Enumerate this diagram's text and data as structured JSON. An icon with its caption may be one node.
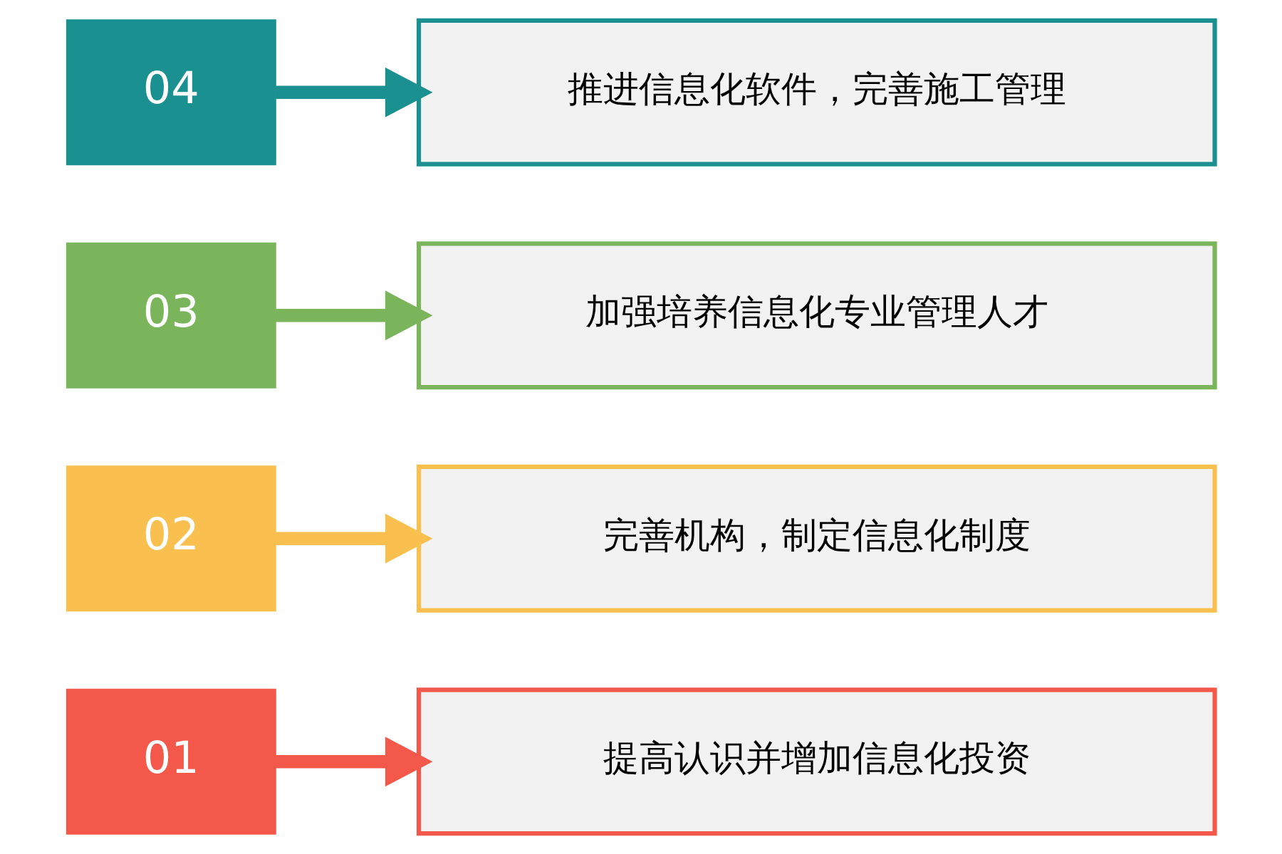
{
  "diagram": {
    "nodes": [
      {
        "text": [
          "01"
        ]
      },
      {
        "text": [
          "提高认识并增加信息化投资"
        ]
      },
      {
        "text": [
          "02"
        ]
      },
      {
        "text": [
          "完善机构，制定信息化制度"
        ]
      },
      {
        "text": [
          "03"
        ]
      },
      {
        "text": [
          "加强培养信息化专业管理人才"
        ]
      },
      {
        "text": [
          "04"
        ]
      },
      {
        "text": [
          "推进信息化软件，完善施工管理"
        ]
      }
    ],
    "edges": [
      {
        "from": 0,
        "to": 1,
        "arrow": "to",
        "color": "#f4584a"
      },
      {
        "from": 2,
        "to": 3,
        "arrow": "to",
        "color": "#f9c04f"
      },
      {
        "from": 4,
        "to": 5,
        "arrow": "to",
        "color": "#7ab55c"
      },
      {
        "from": 6,
        "to": 7,
        "arrow": "to",
        "color": "#1a9090"
      }
    ]
  }
}
